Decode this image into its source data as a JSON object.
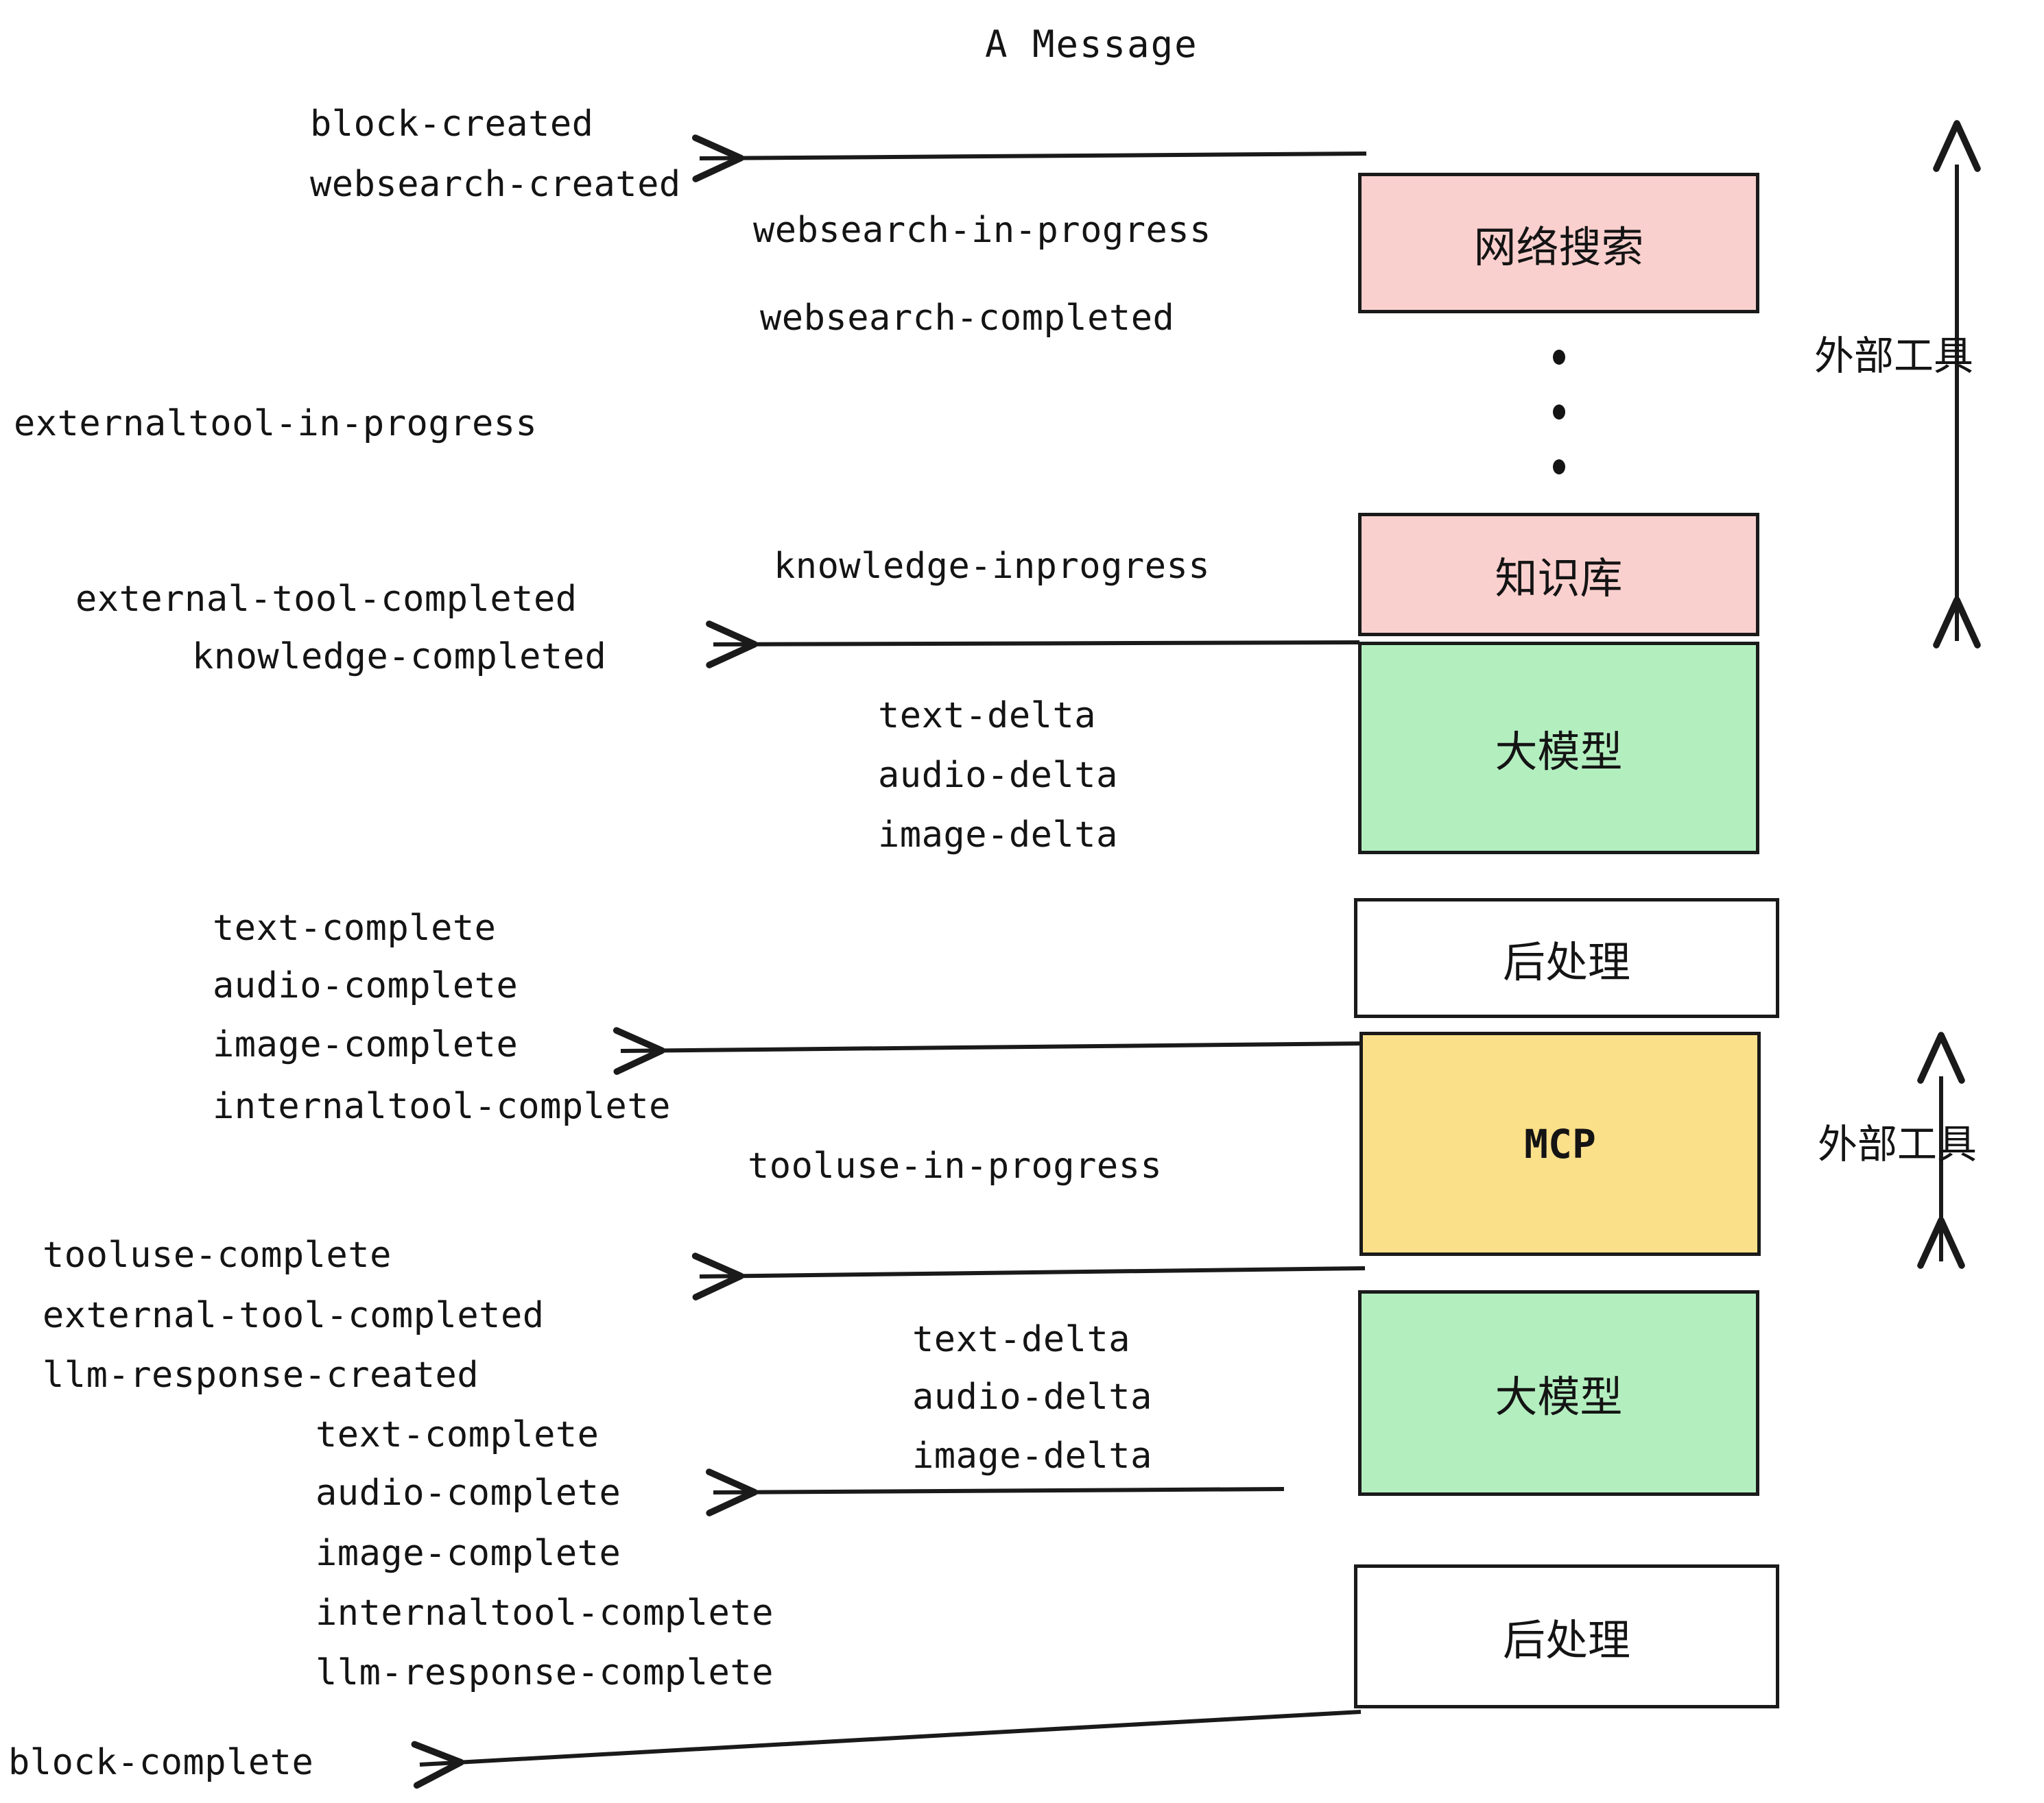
{
  "title": "A Message",
  "colors": {
    "pink": "#FAD0CE",
    "green": "#B3EEBF",
    "yellow": "#FBE08A",
    "white": "#FFFFFF",
    "stroke": "#1A1A1A",
    "text": "#141414"
  },
  "nodes": [
    {
      "id": "websearch",
      "label": "网络搜索",
      "fill": "#FAD0CE"
    },
    {
      "id": "knowledge",
      "label": "知识库",
      "fill": "#FAD0CE"
    },
    {
      "id": "llm-1",
      "label": "大模型",
      "fill": "#B3EEBF"
    },
    {
      "id": "postprocess-1",
      "label": "后处理",
      "fill": "#FFFFFF"
    },
    {
      "id": "mcp",
      "label": "MCP",
      "fill": "#FBE08A"
    },
    {
      "id": "llm-2",
      "label": "大模型",
      "fill": "#B3EEBF"
    },
    {
      "id": "postprocess-2",
      "label": "后处理",
      "fill": "#FFFFFF"
    }
  ],
  "side_labels": [
    {
      "id": "external-tools-top",
      "text": "外部工具"
    },
    {
      "id": "external-tools-bottom",
      "text": "外部工具"
    }
  ],
  "events": [
    {
      "id": "block-created",
      "text": "block-created"
    },
    {
      "id": "websearch-created",
      "text": "websearch-created"
    },
    {
      "id": "websearch-in-progress",
      "text": "websearch-in-progress"
    },
    {
      "id": "websearch-completed",
      "text": "websearch-completed"
    },
    {
      "id": "externaltool-in-progress",
      "text": "externaltool-in-progress"
    },
    {
      "id": "knowledge-inprogress",
      "text": "knowledge-inprogress"
    },
    {
      "id": "external-tool-completed-1",
      "text": "external-tool-completed"
    },
    {
      "id": "knowledge-completed",
      "text": "knowledge-completed"
    },
    {
      "id": "text-delta-1",
      "text": "text-delta"
    },
    {
      "id": "audio-delta-1",
      "text": "audio-delta"
    },
    {
      "id": "image-delta-1",
      "text": "image-delta"
    },
    {
      "id": "text-complete-1",
      "text": "text-complete"
    },
    {
      "id": "audio-complete-1",
      "text": "audio-complete"
    },
    {
      "id": "image-complete-1",
      "text": "image-complete"
    },
    {
      "id": "internaltool-complete-1",
      "text": "internaltool-complete"
    },
    {
      "id": "tooluse-in-progress",
      "text": "tooluse-in-progress"
    },
    {
      "id": "tooluse-complete",
      "text": "tooluse-complete"
    },
    {
      "id": "external-tool-completed-2",
      "text": "external-tool-completed"
    },
    {
      "id": "llm-response-created",
      "text": "llm-response-created"
    },
    {
      "id": "text-delta-2",
      "text": "text-delta"
    },
    {
      "id": "audio-delta-2",
      "text": "audio-delta"
    },
    {
      "id": "image-delta-2",
      "text": "image-delta"
    },
    {
      "id": "text-complete-2",
      "text": "text-complete"
    },
    {
      "id": "audio-complete-2",
      "text": "audio-complete"
    },
    {
      "id": "image-complete-2",
      "text": "image-complete"
    },
    {
      "id": "internaltool-complete-2",
      "text": "internaltool-complete"
    },
    {
      "id": "llm-response-complete",
      "text": "llm-response-complete"
    },
    {
      "id": "block-complete",
      "text": "block-complete"
    }
  ]
}
